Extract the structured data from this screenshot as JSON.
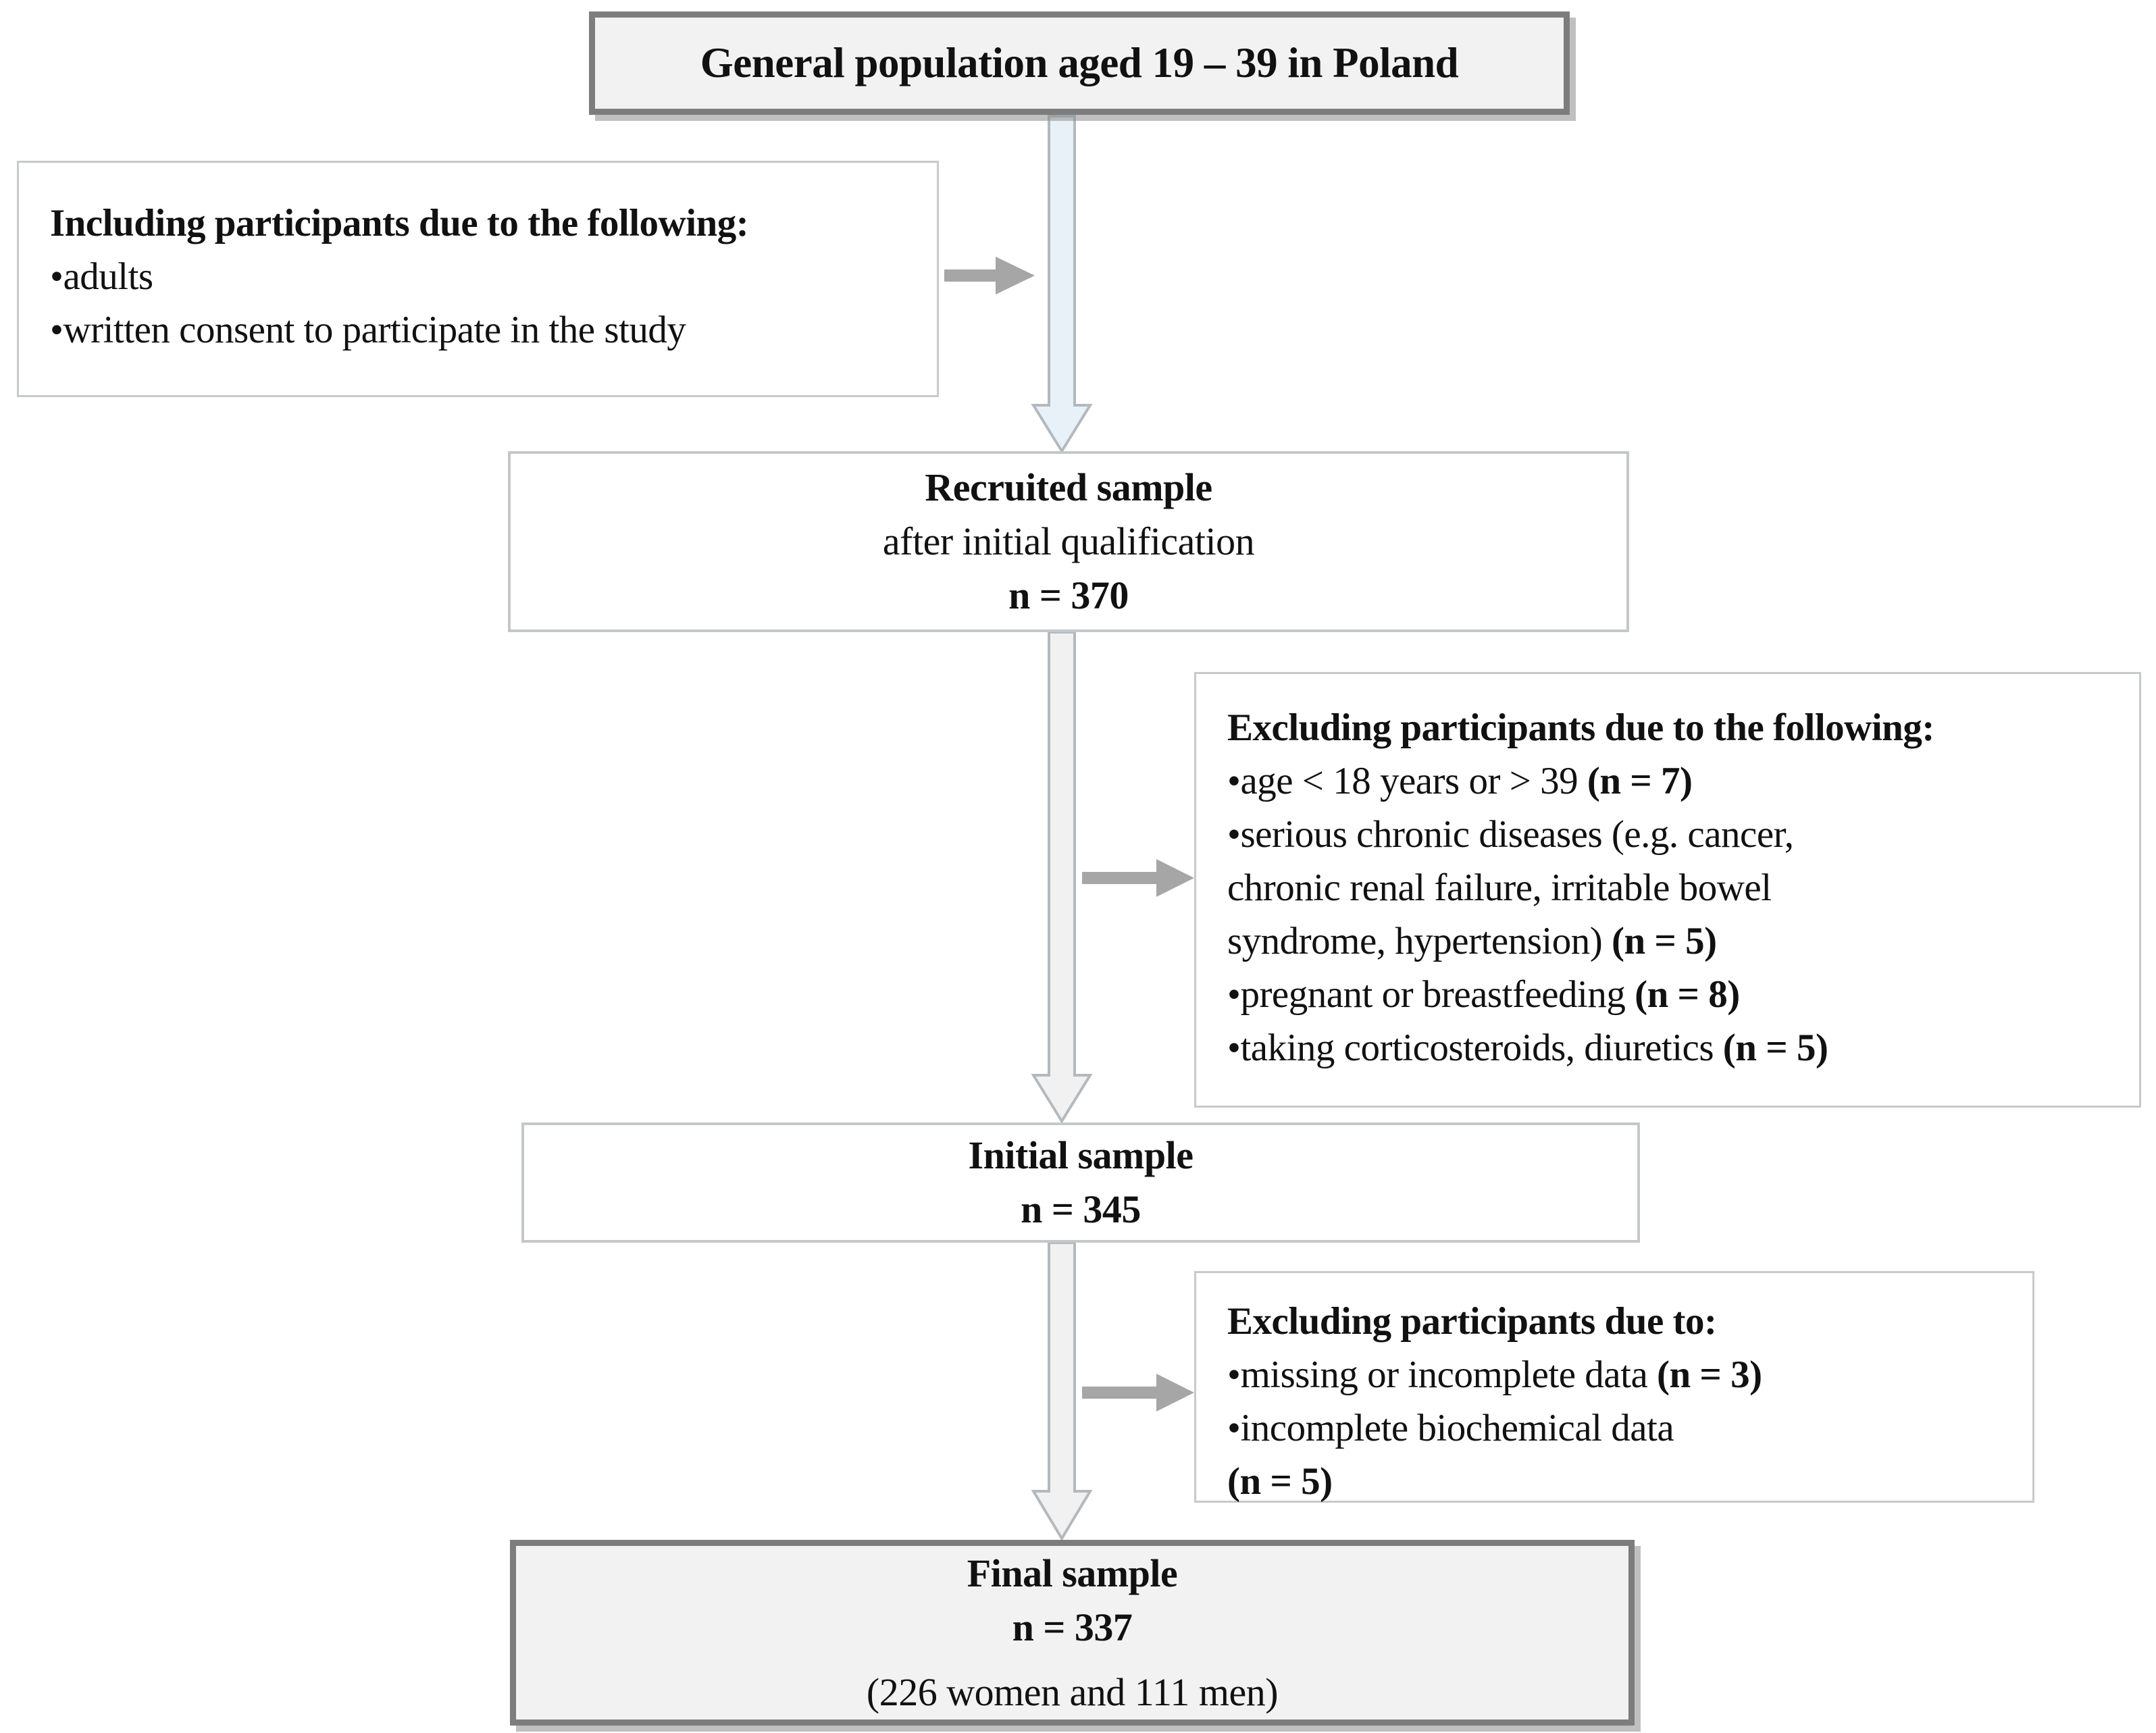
{
  "title_box": {
    "text": "General population aged 19 – 39 in Poland"
  },
  "including_box": {
    "heading": "Including participants due to the following:",
    "items": [
      {
        "text": "•adults",
        "n": ""
      },
      {
        "text": "•written consent to participate in the study",
        "n": ""
      }
    ]
  },
  "recruited_box": {
    "title": "Recruited sample",
    "subtitle": "after initial qualification",
    "count": "n = 370"
  },
  "excluding_box_1": {
    "heading": "Excluding participants due to the following:",
    "items": [
      {
        "text": "•age < 18 years or > 39 ",
        "n": "(n = 7)"
      },
      {
        "text": "•serious chronic diseases (e.g. cancer,",
        "n": ""
      },
      {
        "text": "chronic renal failure, irritable bowel",
        "n": ""
      },
      {
        "text": "syndrome, hypertension) ",
        "n": "(n = 5)"
      },
      {
        "text": "•pregnant or breastfeeding ",
        "n": "(n = 8)"
      },
      {
        "text": "•taking corticosteroids, diuretics ",
        "n": "(n = 5)"
      }
    ]
  },
  "initial_box": {
    "title": "Initial sample",
    "count": "n = 345"
  },
  "excluding_box_2": {
    "heading": "Excluding participants due to:",
    "items": [
      {
        "text": "•missing or incomplete data ",
        "n": "(n = 3)"
      },
      {
        "text": "•incomplete biochemical data",
        "n": ""
      },
      {
        "text": "",
        "n": "(n = 5)"
      }
    ]
  },
  "final_box": {
    "title": "Final sample",
    "count": "n = 337",
    "detail": "(226 women and 111 men)"
  },
  "colors": {
    "dark_border": "#7d7d7d",
    "light_border": "#c7caca",
    "shaded_fill": "#f2f2f2",
    "white_fill": "#ffffff",
    "arrow_fill_top": "#e9f1f8",
    "arrow_fill": "#f1f1f1",
    "arrow_outline": "#b3b9bd",
    "connector_gray": "#a6a6a6",
    "text": "#111111"
  }
}
